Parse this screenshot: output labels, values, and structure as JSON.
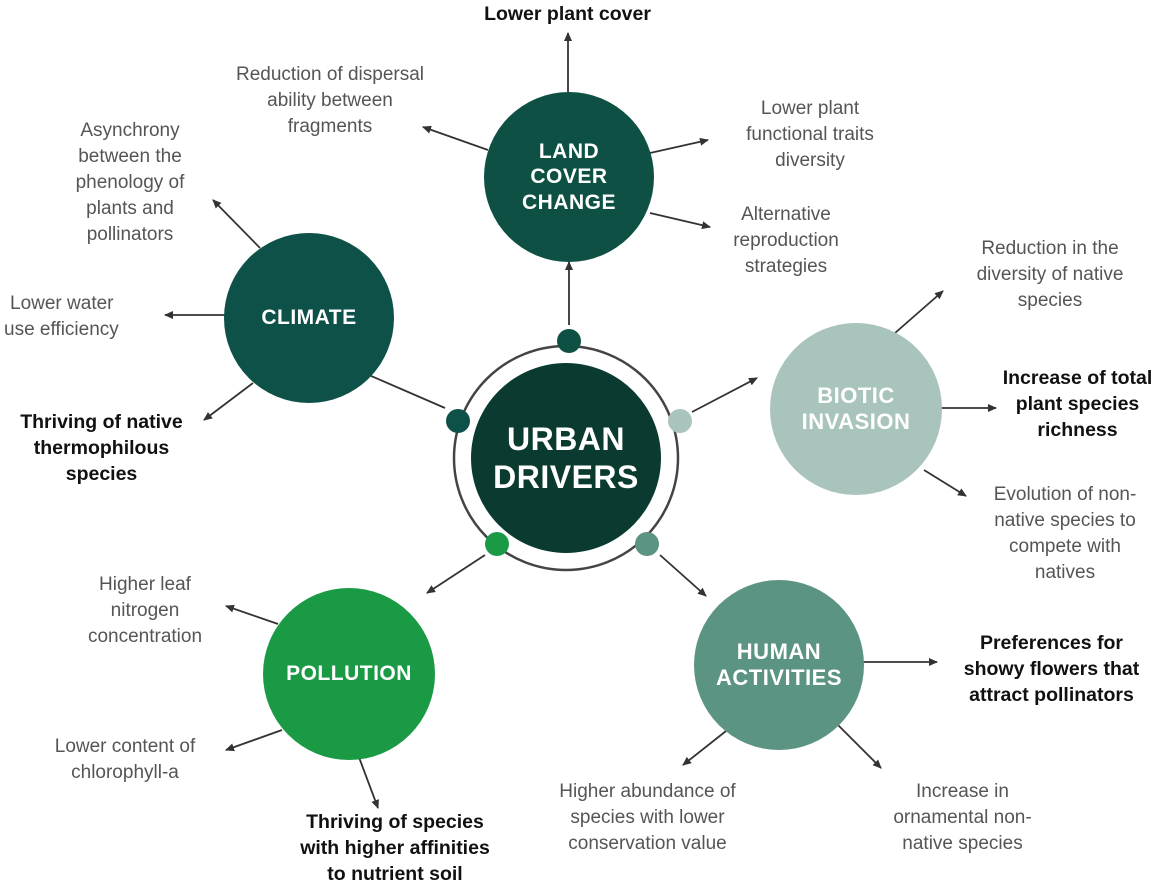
{
  "center": {
    "line1": "URBAN",
    "line2": "DRIVERS"
  },
  "drivers": {
    "land_cover": {
      "line1": "LAND",
      "line2": "COVER",
      "line3": "CHANGE",
      "color": "#0e5144"
    },
    "climate": {
      "line1": "CLIMATE",
      "color": "#0e5148"
    },
    "biotic": {
      "line1": "BIOTIC",
      "line2": "INVASION",
      "color": "#a9c4bc"
    },
    "pollution": {
      "line1": "POLLUTION",
      "color": "#1b9a46"
    },
    "human": {
      "line1": "HUMAN",
      "line2": "ACTIVITIES",
      "color": "#5c9483"
    }
  },
  "effects": {
    "lower_plant_cover": "Lower plant cover",
    "dispersal": [
      "Reduction of dispersal",
      "ability between",
      "fragments"
    ],
    "functional_traits": [
      "Lower plant",
      "functional traits",
      "diversity"
    ],
    "alt_reproduction": [
      "Alternative",
      "reproduction",
      "strategies"
    ],
    "asynchrony": [
      "Asynchrony",
      "between the",
      "phenology of",
      "plants and",
      "pollinators"
    ],
    "water_use": [
      "Lower water",
      "use efficiency"
    ],
    "thermophilous": [
      "Thriving of native",
      "thermophilous",
      "species"
    ],
    "native_diversity": [
      "Reduction in the",
      "diversity of native",
      "species"
    ],
    "total_richness": [
      "Increase of total",
      "plant species",
      "richness"
    ],
    "evolution": [
      "Evolution of non-",
      "native species to",
      "compete with",
      "natives"
    ],
    "leaf_nitrogen": [
      "Higher leaf",
      "nitrogen",
      "concentration"
    ],
    "chlorophyll": [
      "Lower content of",
      "chlorophyll-a"
    ],
    "nutrient_soil": [
      "Thriving of species",
      "with higher affinities",
      "to nutrient soil"
    ],
    "showy_flowers": [
      "Preferences for",
      "showy flowers that",
      "attract pollinators"
    ],
    "conservation": [
      "Higher abundance of",
      "species with lower",
      "conservation value"
    ],
    "ornamental": [
      "Increase in",
      "ornamental non-",
      "native species"
    ]
  },
  "colors": {
    "arrow": "#333333",
    "ring": "#444444",
    "center": "#0b3b30"
  }
}
